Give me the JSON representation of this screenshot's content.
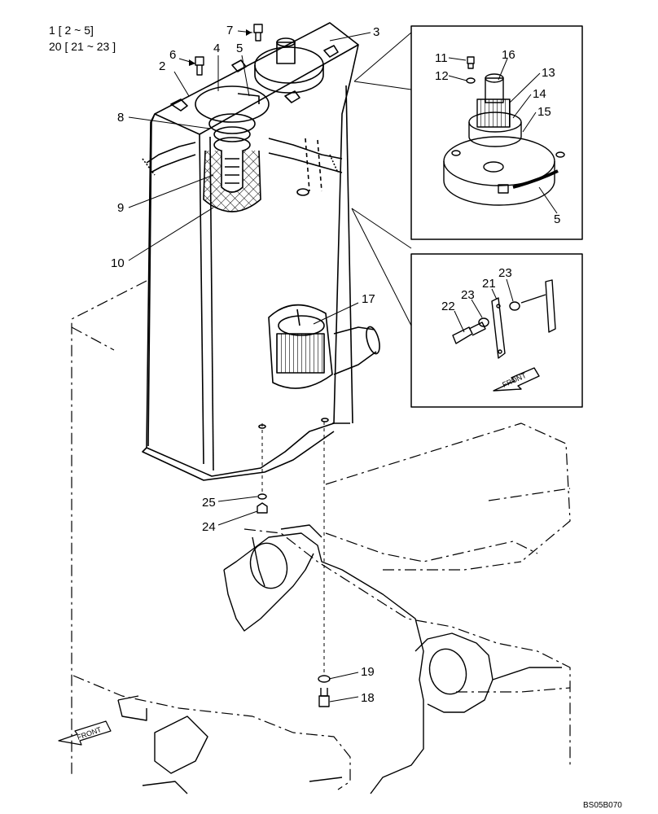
{
  "legend": [
    "1 [ 2 ~ 5]",
    "20 [ 21 ~ 23 ]"
  ],
  "callouts": [
    "2",
    "3",
    "4",
    "5",
    "6",
    "7",
    "8",
    "9",
    "10",
    "17",
    "24",
    "25",
    "19",
    "18",
    "11",
    "12",
    "16",
    "13",
    "14",
    "15",
    "5",
    "22",
    "23",
    "21",
    "23"
  ],
  "front_labels": [
    "FRONT",
    "FRONT"
  ],
  "drawing_code": "BS05B070"
}
